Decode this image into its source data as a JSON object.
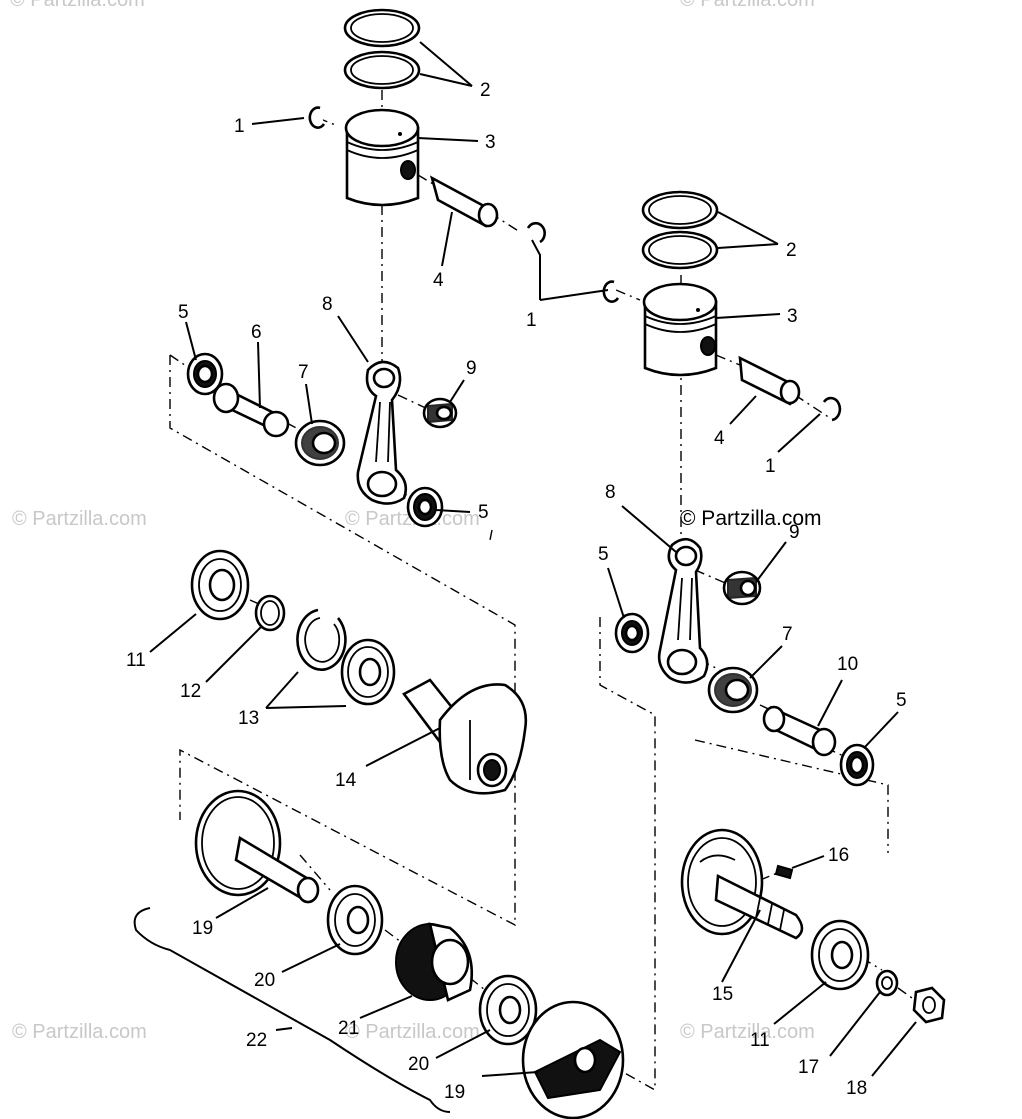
{
  "diagram": {
    "copyright": "© Partzilla.com",
    "watermark": "© Partzilla.com",
    "callouts": {
      "c1a": "1",
      "c1b": "1",
      "c1c": "1",
      "c2a": "2",
      "c2b": "2",
      "c3a": "3",
      "c3b": "3",
      "c4a": "4",
      "c4b": "4",
      "c5a": "5",
      "c5b": "5",
      "c5c": "5",
      "c5d": "5",
      "c6": "6",
      "c7a": "7",
      "c7b": "7",
      "c8a": "8",
      "c8b": "8",
      "c9a": "9",
      "c9b": "9",
      "c10": "10",
      "c11a": "11",
      "c11b": "11",
      "c12": "12",
      "c13": "13",
      "c14": "14",
      "c15": "15",
      "c16": "16",
      "c17": "17",
      "c18": "18",
      "c19a": "19",
      "c19b": "19",
      "c20a": "20",
      "c20b": "20",
      "c21": "21",
      "c22": "22"
    }
  }
}
